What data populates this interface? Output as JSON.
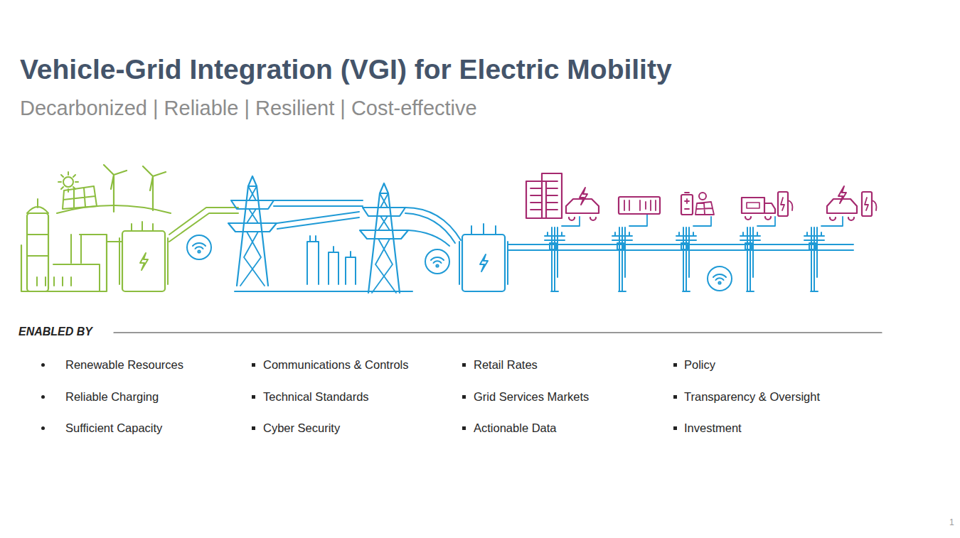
{
  "diagram": {
    "title": "Vehicle-Grid Integration (VGI) for Electric Mobility",
    "labels": [
      "Decarbonized | Reliable | Resilient | Cost-effective",
      "ENABLED BY",
      "Renewable Resources",
      "Reliable Charging",
      "Sufficient Capacity",
      "Communications & Controls",
      "Technical Standards",
      "Cyber Security",
      "Retail Rates",
      "Grid Services Markets",
      "Actionable Data",
      "Policy",
      "Transparency & Oversight",
      "Investment",
      "1"
    ]
  }
}
